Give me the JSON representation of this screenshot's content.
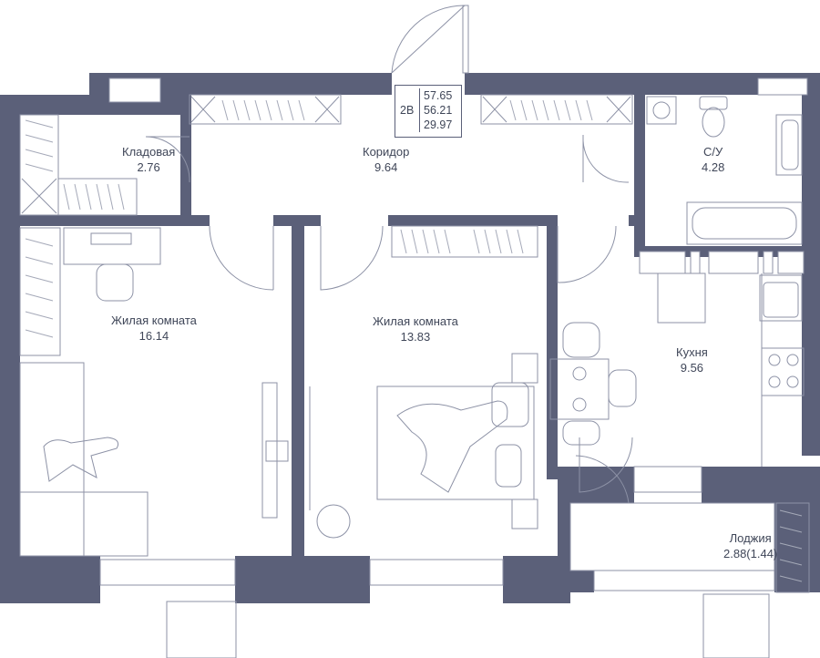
{
  "colors": {
    "wall": "#5b6079",
    "line": "#8d92a6",
    "text": "#3f4658"
  },
  "apartment": {
    "type": "2В",
    "total_area": "57.65",
    "living_total": "56.21",
    "living_area": "29.97"
  },
  "rooms": [
    {
      "name": "Кладовая",
      "area": "2.76"
    },
    {
      "name": "Коридор",
      "area": "9.64"
    },
    {
      "name": "С/У",
      "area": "4.28"
    },
    {
      "name": "Жилая комната",
      "area": "16.14"
    },
    {
      "name": "Жилая комната",
      "area": "13.83"
    },
    {
      "name": "Кухня",
      "area": "9.56"
    },
    {
      "name": "Лоджия",
      "area": "2.88(1.44)"
    }
  ]
}
